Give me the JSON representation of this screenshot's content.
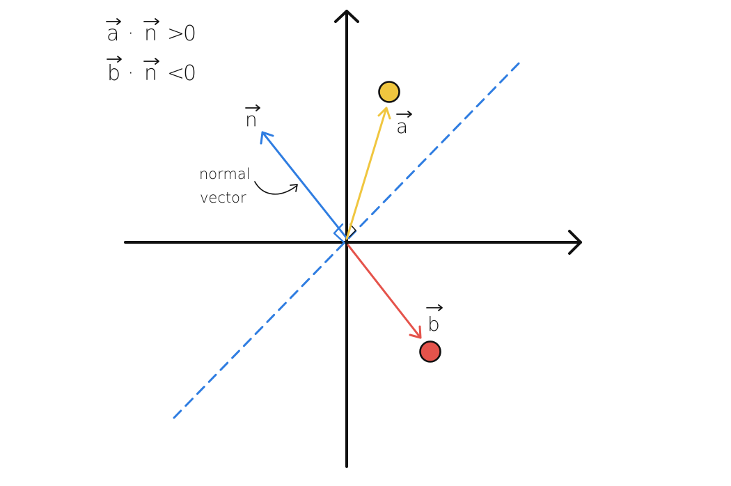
{
  "equations": {
    "line1": {
      "vector_a": "a",
      "dot": "·",
      "vector_n": "n",
      "relation": ">",
      "value": "0"
    },
    "line2": {
      "vector_b": "b",
      "dot": "·",
      "vector_n": "n",
      "relation": "<",
      "value": "0"
    }
  },
  "labels": {
    "vector_n": "n",
    "vector_a": "a",
    "vector_b": "b",
    "normal_line1": "normal",
    "normal_line2": "vector"
  },
  "colors": {
    "axis": "#111111",
    "normal": "#2f7de1",
    "dashed_plane": "#2f7de1",
    "vector_a": "#f0c63f",
    "vector_b": "#e5534b",
    "point_a": "#f0c63f",
    "point_b": "#e5534b",
    "annotation": "#111111"
  }
}
